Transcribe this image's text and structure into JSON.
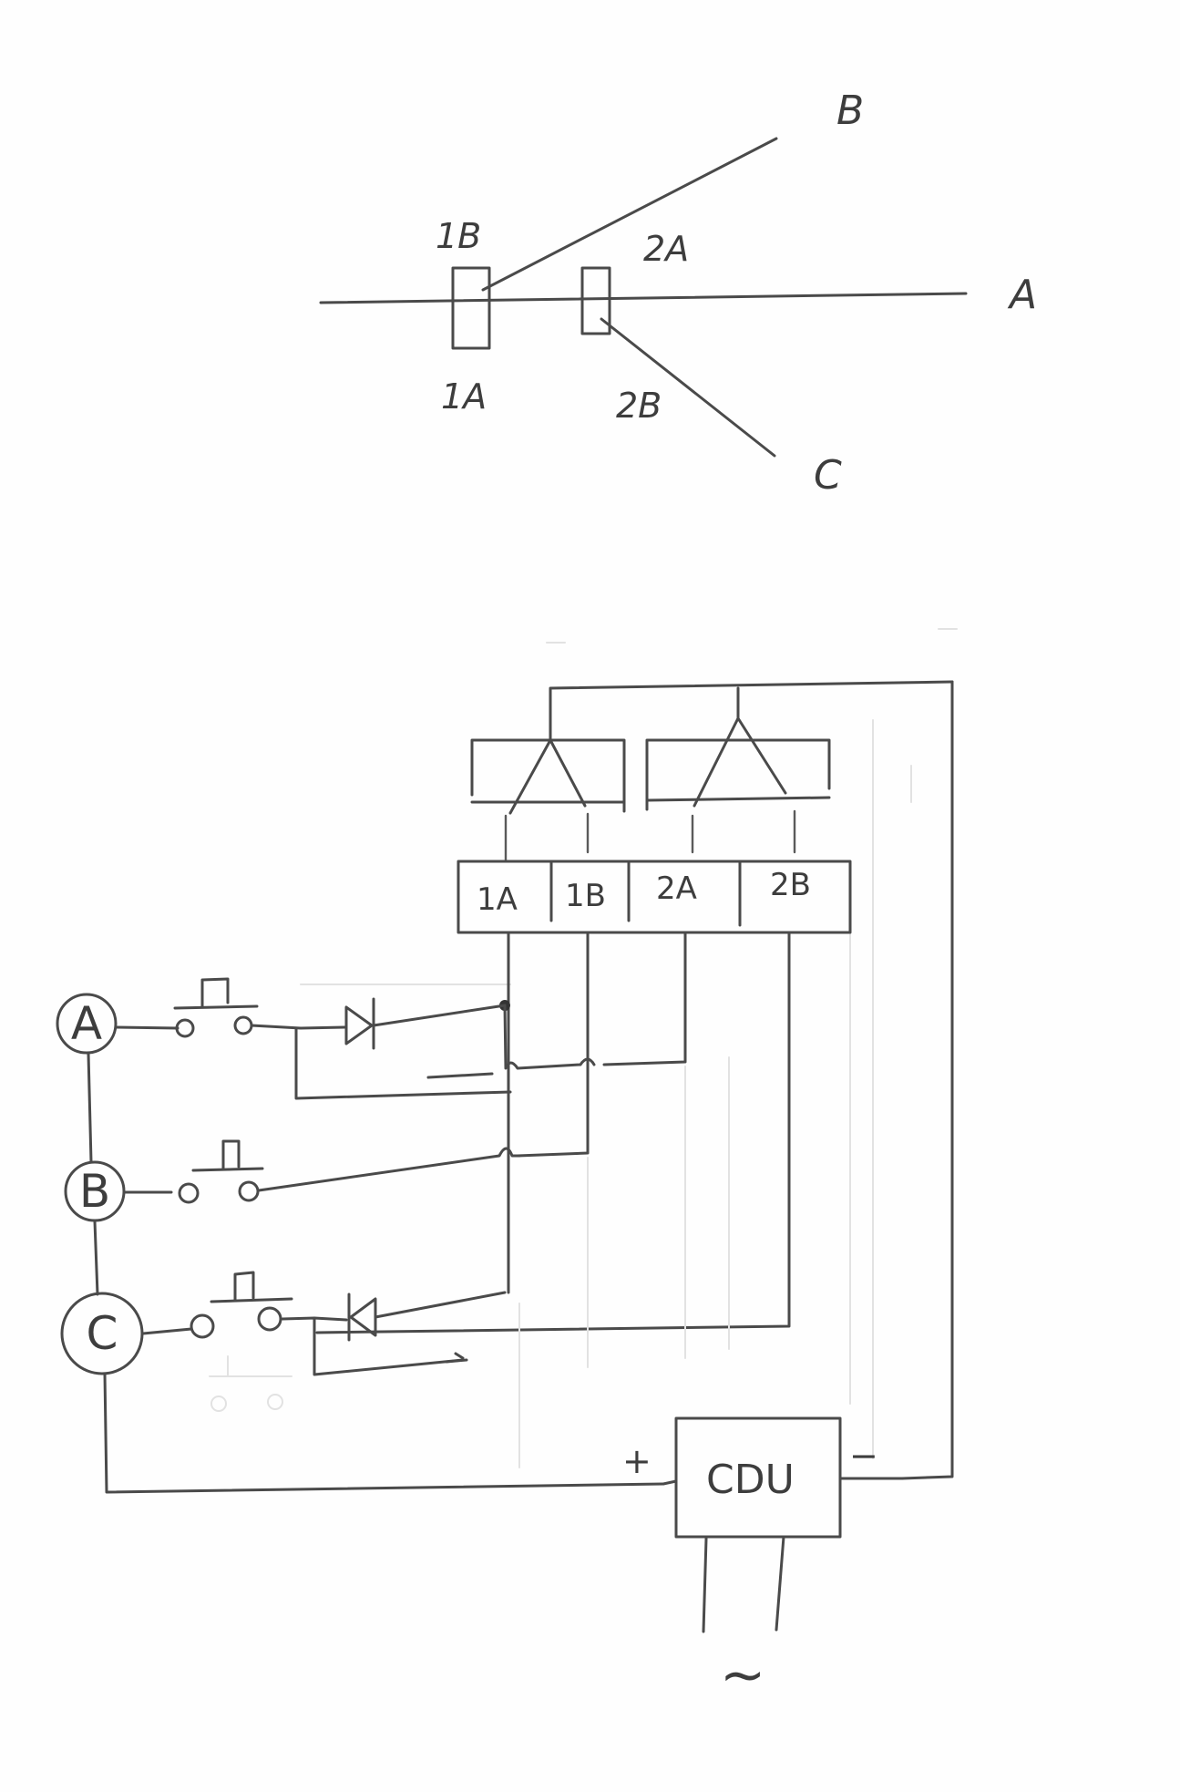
{
  "track_diagram": {
    "labels": {
      "b": "B",
      "a": "A",
      "c": "C",
      "p1b": "1B",
      "p1a": "1A",
      "p2a": "2A",
      "p2b": "2B"
    }
  },
  "circuit": {
    "terminals": [
      "1A",
      "1B",
      "2A",
      "2B"
    ],
    "buttons": {
      "a": "A",
      "b": "B",
      "c": "C"
    },
    "supply": {
      "label": "CDU",
      "plus": "+",
      "minus": "−",
      "ac": "~"
    }
  }
}
